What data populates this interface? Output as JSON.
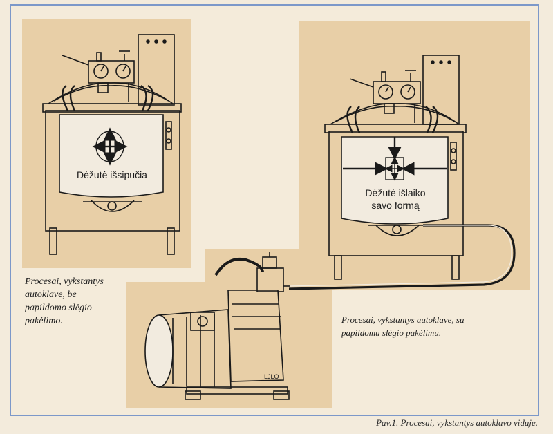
{
  "left_figure": {
    "label": "Dėžutė išsipučia",
    "caption": "Procesai, vykstantys\nautoklave, be\npapildomo slėgio\npakėlimo."
  },
  "right_figure": {
    "label_line1": "Dėžutė išlaiko",
    "label_line2": "savo formą",
    "caption": "Procesai, vykstantys autoklave, su\npapildomu slėgio pakėlimu."
  },
  "compressor": {
    "plate_text": "LJLO"
  },
  "figure_caption": "Pav.1. Procesai, vykstantys autoklavo viduje.",
  "colors": {
    "frame": "#7c98c9",
    "panel": "#e8cfa7",
    "ink": "#1a1a1a",
    "page": "#f3ebdc"
  }
}
